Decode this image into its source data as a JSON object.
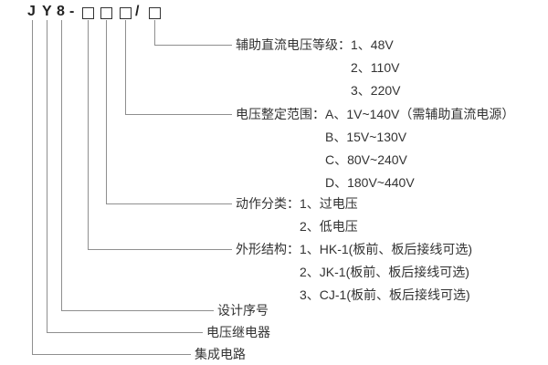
{
  "page": {
    "background_color": "#ffffff",
    "text_color": "#333333",
    "line_color": "#8f8f8f"
  },
  "model": {
    "full": "JY8-□□□/□",
    "char_j": "J",
    "char_y": "Y",
    "char_8": "8",
    "char_dash": "-",
    "char_slash": "/"
  },
  "groups": {
    "aux_dc_voltage": {
      "line1": "辅助直流电压等级：1、48V",
      "line2": "2、110V",
      "line3": "3、220V"
    },
    "voltage_setting_range": {
      "line1": "电压整定范围：A、1V~140V（需辅助直流电源）",
      "line2": "B、15V~130V",
      "line3": "C、80V~240V",
      "line4": "D、180V~440V"
    },
    "action_class": {
      "line1": "动作分类：1、过电压",
      "line2": "2、低电压"
    },
    "shape_structure": {
      "line1": "外形结构：1、HK-1(板前、板后接线可选)",
      "line2": "2、JK-1(板前、板后接线可选)",
      "line3": "3、CJ-1(板前、板后接线可选)"
    },
    "design_serial": "设计序号",
    "voltage_relay": "电压继电器",
    "integrated_circuit": "集成电路"
  }
}
